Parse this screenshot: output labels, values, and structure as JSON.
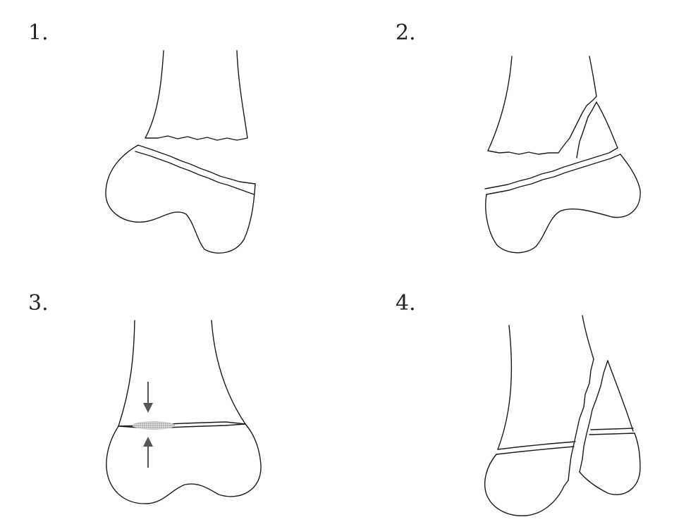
{
  "panels": [
    {
      "label": "1."
    },
    {
      "label": "2."
    },
    {
      "label": "3."
    },
    {
      "label": "4."
    }
  ],
  "colors": {
    "line": "#1a1a1a",
    "arrow": "#555555",
    "compression_zone": "#9a9a9a"
  }
}
